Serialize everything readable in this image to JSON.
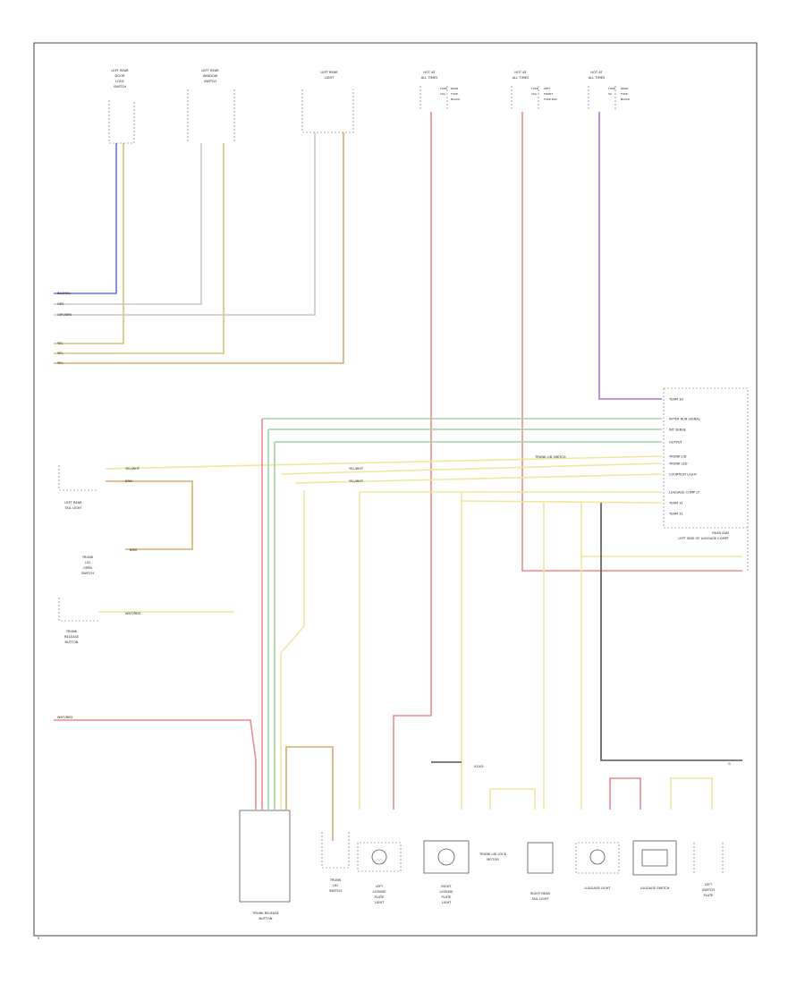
{
  "colors": {
    "red": "#ec8a8a",
    "yellow": "#efe7a0",
    "yellow_dark": "#d4c37a",
    "green": "#9fd49f",
    "blue": "#6d6df0",
    "violet": "#a27ad6",
    "gray": "#c9c9c9",
    "orange": "#d8aa70",
    "black": "#555555"
  },
  "top_components": [
    {
      "lines": [
        "LEFT REAR",
        "DOOR",
        "LOCK",
        "SWITCH"
      ]
    },
    {
      "lines": [
        "LEFT REAR",
        "WINDOW",
        "SWITCH"
      ]
    },
    {
      "lines": [
        "LEFT REAR",
        "LIGHT"
      ]
    },
    {
      "lines": [
        "HOT AT",
        "ALL TIMES"
      ],
      "fuse_lines": [
        "FUSE",
        "15A",
        "REAR",
        "FUSE",
        "BLOCK"
      ]
    },
    {
      "lines": [
        "HOT AT",
        "ALL TIMES"
      ],
      "fuse_lines": [
        "FUSE",
        "10A",
        "LEFT",
        "FRONT",
        "FUSE BOX"
      ]
    },
    {
      "lines": [
        "HOT AT",
        "ALL TIMES"
      ],
      "fuse_lines": [
        "FUSE",
        "5A",
        "REAR",
        "FUSE",
        "BLOCK"
      ]
    }
  ],
  "left_wire_labels": [
    "BLU/YEL",
    "GRY",
    "GRY/BRN",
    "YEL",
    "YEL",
    "YEL"
  ],
  "mid_wire_labels": [
    "YEL/WHT",
    "BRN",
    "YEL/WHT",
    "YEL/WHT",
    "BRN",
    "WHT/RED"
  ],
  "module": {
    "pins": [
      "TERM 30",
      "AFTER RUN SIGNAL",
      "INT SENSE",
      "OUTPUT",
      "TRUNK LID",
      "TRUNK LED",
      "COURTESY LIGHT",
      "LUGGAGE COMP LT",
      "TERM 31",
      "TERM 31"
    ],
    "title_lines": [
      "REAR SAM",
      "LEFT SIDE OF LUGGAGE COMPT"
    ]
  },
  "splice_label": "TRUNK LID SWITCH",
  "side_components": [
    {
      "lines": [
        "LEFT REAR",
        "TAIL LIGHT"
      ]
    },
    {
      "lines": [
        "TRUNK",
        "LID",
        "OPEN",
        "SWITCH"
      ]
    },
    {
      "lines": [
        "TRUNK",
        "RELEASE",
        "BUTTON"
      ]
    }
  ],
  "left_feed_label": "WHT/RED",
  "ground_label": "G",
  "connector_code": "X10/5",
  "bottom_components": [
    {
      "lines": [
        "TRUNK RELEASE",
        "BUTTON"
      ]
    },
    {
      "lines": [
        "TRUNK",
        "LID",
        "SWITCH"
      ]
    },
    {
      "lines": [
        "LEFT",
        "LICENSE",
        "PLATE",
        "LIGHT"
      ]
    },
    {
      "lines": [
        "RIGHT",
        "LICENSE",
        "PLATE",
        "LIGHT"
      ]
    },
    {
      "lines": [
        "TRUNK LID LOCK",
        "MOTOR"
      ]
    },
    {
      "lines": [
        "RIGHT REAR",
        "TAIL LIGHT"
      ]
    },
    {
      "lines": [
        "LUGGAGE LIGHT"
      ]
    },
    {
      "lines": [
        "LUGGAGE SWITCH"
      ]
    },
    {
      "lines": [
        "LEFT",
        "SWITCH",
        "PLATE"
      ]
    }
  ],
  "page_code": "0"
}
